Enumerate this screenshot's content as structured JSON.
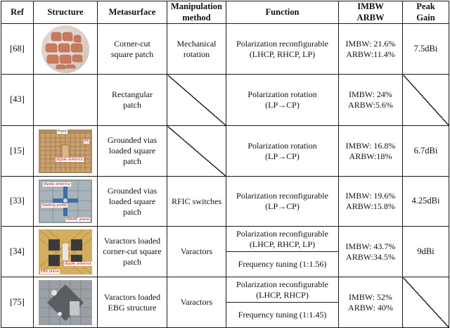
{
  "headers": {
    "ref": "Ref",
    "structure": "Structure",
    "metasurface": "Metasurface",
    "method_line1": "Manipulation",
    "method_line2": "method",
    "function": "Function",
    "bw_line1": "IMBW",
    "bw_line2": "ARBW",
    "gain_line1": "Peak",
    "gain_line2": "Gain"
  },
  "rows": [
    {
      "ref": "[68]",
      "meta_line1": "Corner-cut",
      "meta_line2": "square patch",
      "method_line1": "Mechanical",
      "method_line2": "rotation",
      "func_line1": "Polarization reconfigurable",
      "func_line2": "(LHCP, RHCP, LP)",
      "bw_line1": "IMBW: 21.6%",
      "bw_line2": "ARBW:11.4%",
      "gain": "7.5dBi"
    },
    {
      "ref": "[43]",
      "meta_line1": "Rectangular",
      "meta_line2": "patch",
      "func_line1": "Polarization rotation",
      "func_line2": "(LP→CP)",
      "bw_line1": "IMBW: 24%",
      "bw_line2": "ARBW:5.6%"
    },
    {
      "ref": "[15]",
      "meta_line1": "Grounded vias",
      "meta_line2": "loaded square",
      "meta_line3": "patch",
      "func_line1": "Polarization rotation",
      "func_line2": "(LP→CP)",
      "bw_line1": "IMBW: 16.8%",
      "bw_line2": "ARBW:18%",
      "gain": "6.7dBi",
      "image_labels": [
        "Front",
        "dipole antenna",
        "PS"
      ]
    },
    {
      "ref": "[33]",
      "meta_line1": "Grounded vias",
      "meta_line2": "loaded square",
      "meta_line3": "patch",
      "method": "RFIC switches",
      "func_line1": "Polarization reconfigurable",
      "func_line2": "(LP→CP)",
      "bw_line1": "IMBW: 19.6%",
      "bw_line2": "ARBW:15.8%",
      "gain": "4.25dBi",
      "image_labels": [
        "dipole antenna",
        "feeding probe",
        "PRAMC plane"
      ]
    },
    {
      "ref": "[34]",
      "meta_line1": "Varactors loaded",
      "meta_line2": "corner-cut square",
      "meta_line3": "patch",
      "method": "Varactors",
      "func_a_line1": "Polarization reconfigurable",
      "func_a_line2": "(LHCP, RHCP, LP)",
      "func_b": "Frequency tuning (1:1.56)",
      "bw_line1": "IMBW: 43.7%",
      "bw_line2": "ARBW:34.5%",
      "gain": "9dBi",
      "image_labels": [
        "dipole antenna",
        "EBG plane"
      ]
    },
    {
      "ref": "[75]",
      "meta_line1": "Varactors loaded",
      "meta_line2": "EBG structure",
      "method": "Varactors",
      "func_a_line1": "Polarization reconfigurable",
      "func_a_line2": "(LHCP, RHCP)",
      "func_b": "Frequency tuning (1:1.45)",
      "bw_line1": "IMBW: 52%",
      "bw_line2": "ARBW: 40%"
    }
  ]
}
